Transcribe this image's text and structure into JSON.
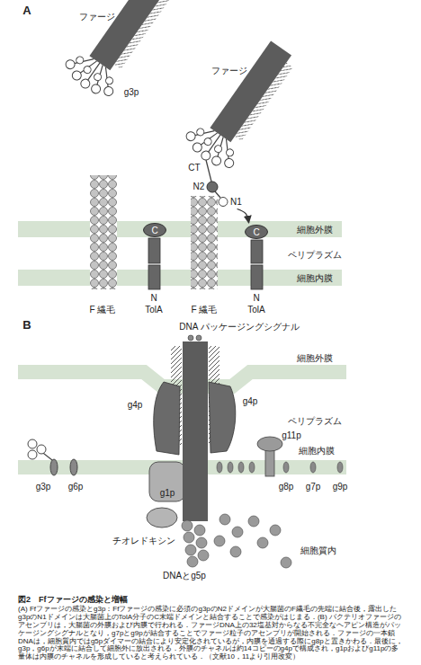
{
  "diagram": {
    "title": "図2　Ffファージの感染と増幅",
    "caption": "(A) Ffファージの感染とg3p：Ffファージの感染に必須のg3pのN2ドメインが大腸菌のF繊毛の先端に結合後，露出したg3pのN1ドメインは大腸菌上のTolA分子のC末端ドメインと結合することで感染がはじまる．(B) バクテリオファージのアセンブリは，大腸菌の外膜および内膜で行われる．ファージDNA上の32塩基対からなる不完全なヘアピン構造がパッケージングシグナルとなり，g7pとg9pが結合することでファージ粒子のアセンブリが開始される．ファージの一本鎖DNAは，細胞質内ではg5pダイマーの結合により安定化されているが，内膜を通過する際にg8pと置きかわる．最後に，g3p，g6pが末端に結合して細胞外に放出される．外膜のチャネルは約14コピーのg4pで構成され，g1pおよびg11pの多量体は内膜のチャネルを形成していると考えられている．（文献10，11より引用改変）",
    "nodes": [
      {
        "text": [
          "C"
        ]
      },
      {
        "text": [
          "N1"
        ]
      },
      {
        "text": [
          "C"
        ]
      }
    ],
    "edges": [
      {
        "from": 1,
        "to": 2,
        "arrow": "to"
      }
    ],
    "labels": [
      "A",
      "ファージ",
      "g3p",
      "ファージ",
      "CT",
      "N2",
      "細胞外膜",
      "ペリプラズム",
      "細胞内膜",
      "N",
      "F 繊毛",
      "TolA",
      "N",
      "F 繊毛",
      "TolA",
      "B",
      "DNA パッケージングシグナル",
      "細胞外膜",
      "g4p",
      "g4p",
      "ペリプラズム",
      "g11p",
      "細胞内膜",
      "g3p",
      "g6p",
      "g1p",
      "g8p",
      "g7p",
      "g9p",
      "チオレドキシン",
      "細胞質内",
      "DNAとg5p"
    ]
  }
}
